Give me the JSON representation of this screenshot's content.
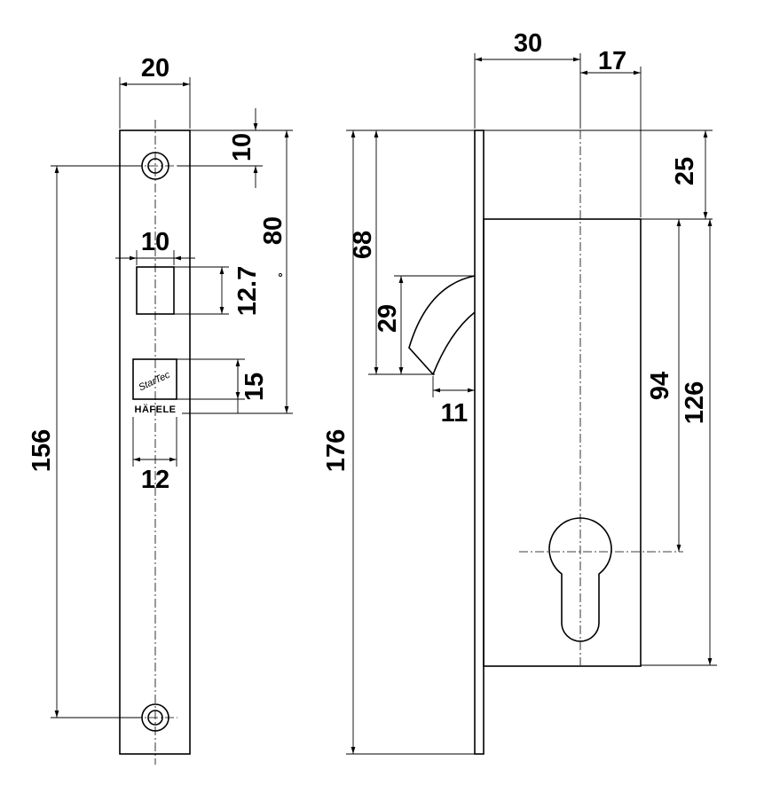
{
  "dimensions": {
    "faceplate_width": "20",
    "top_hole_offset": "10",
    "latch_width": "10",
    "latch_height": "12.7",
    "hole_to_latch_spacing": "80",
    "logo_height": "15",
    "logo_width": "12",
    "hole_spacing": "156",
    "body_depth": "30",
    "backset": "17",
    "body_top_offset": "25",
    "latch_center_height": "68",
    "bolt_hook_height": "29",
    "bolt_projection": "11",
    "cylinder_to_body_top": "94",
    "body_height": "126",
    "overall_height": "176"
  },
  "logo": {
    "mark": "StarTec",
    "brand": "HÄFELE"
  }
}
